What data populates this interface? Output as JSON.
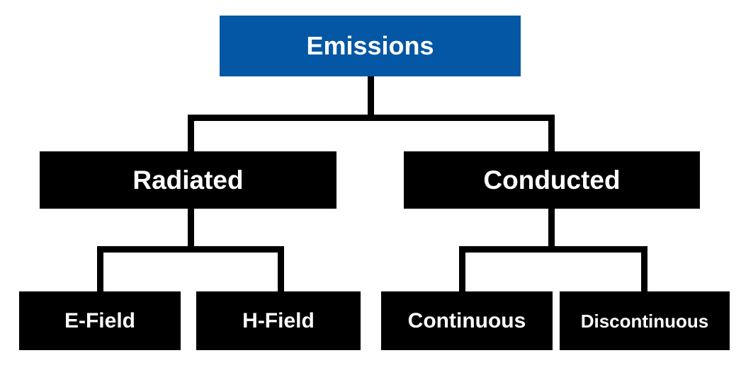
{
  "diagram": {
    "title": "Emissions",
    "type": "hierarchy-tree",
    "colors": {
      "root_fill": "#0457a4",
      "node_fill": "#000000",
      "text": "#ffffff",
      "connector": "#000000",
      "background": "#ffffff"
    },
    "levels": [
      {
        "level": 1,
        "nodes": [
          {
            "id": "emissions",
            "label": "Emissions"
          }
        ]
      },
      {
        "level": 2,
        "nodes": [
          {
            "id": "radiated",
            "label": "Radiated"
          },
          {
            "id": "conducted",
            "label": "Conducted"
          }
        ]
      },
      {
        "level": 3,
        "nodes": [
          {
            "id": "e-field",
            "label": "E-Field"
          },
          {
            "id": "h-field",
            "label": "H-Field"
          },
          {
            "id": "continuous",
            "label": "Continuous"
          },
          {
            "id": "discontinuous",
            "label": "Discontinuous"
          }
        ]
      }
    ],
    "nodes": {
      "emissions": "Emissions",
      "radiated": "Radiated",
      "conducted": "Conducted",
      "e_field": "E-Field",
      "h_field": "H-Field",
      "continuous": "Continuous",
      "discontinuous": "Discontinuous"
    },
    "edges": [
      {
        "from": "Emissions",
        "to": "Radiated"
      },
      {
        "from": "Emissions",
        "to": "Conducted"
      },
      {
        "from": "Radiated",
        "to": "E-Field"
      },
      {
        "from": "Radiated",
        "to": "H-Field"
      },
      {
        "from": "Conducted",
        "to": "Continuous"
      },
      {
        "from": "Conducted",
        "to": "Discontinuous"
      }
    ]
  }
}
